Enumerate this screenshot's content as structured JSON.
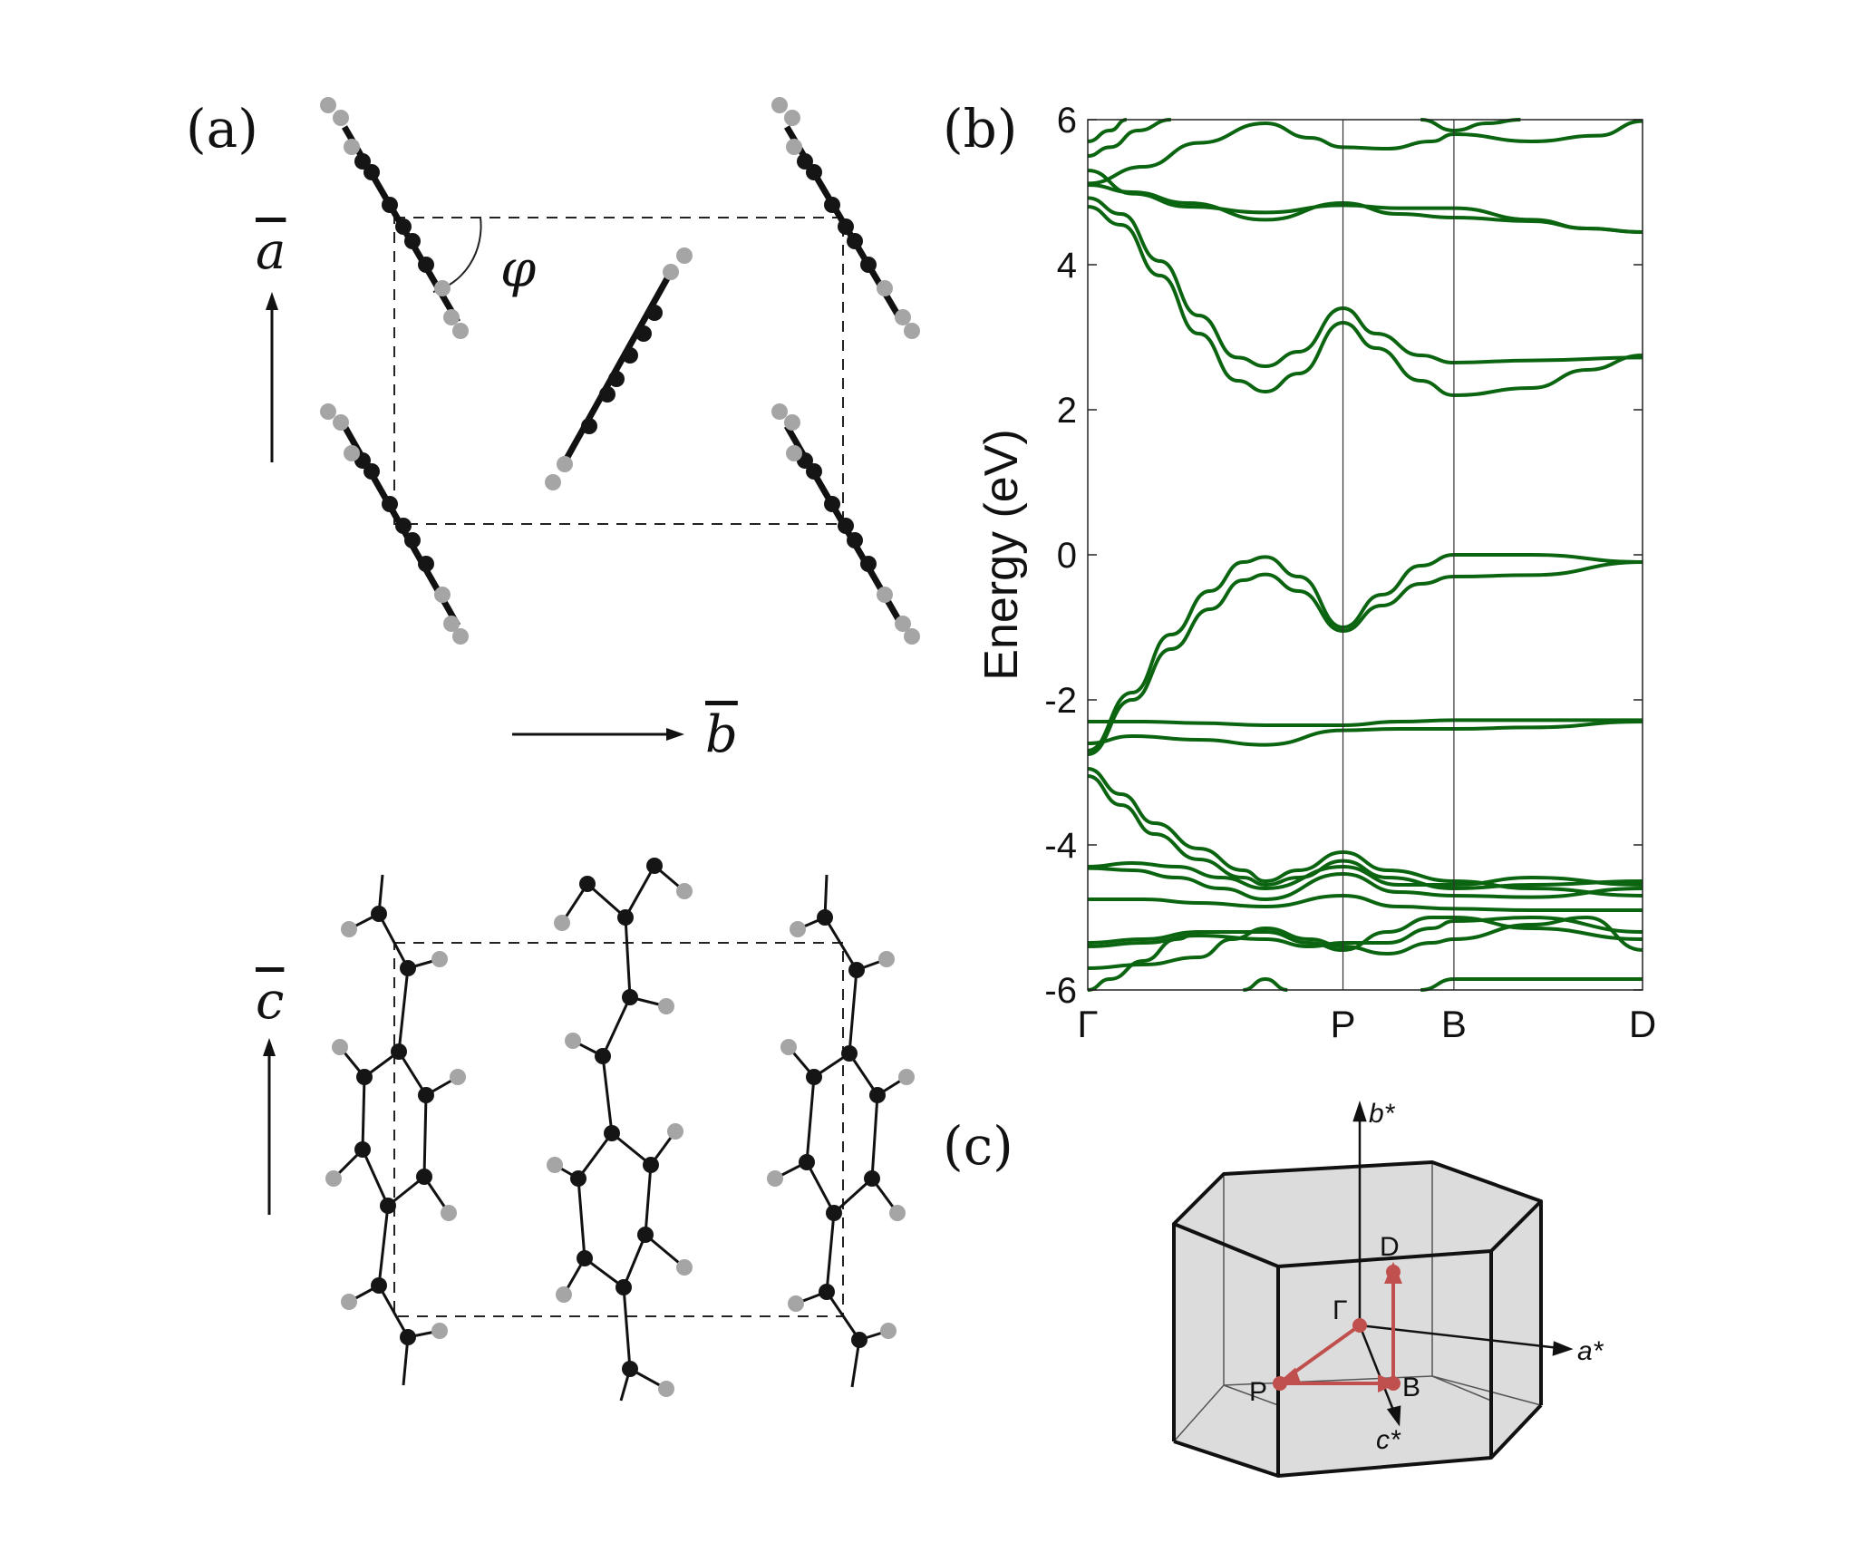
{
  "panels": {
    "a": {
      "label": "(a)",
      "axis_top": "a",
      "axis_right": "b",
      "axis_bottom": "c",
      "angle_symbol": "φ"
    },
    "b": {
      "label": "(b)"
    },
    "c": {
      "label": "(c)",
      "axes": {
        "a": "a*",
        "b": "b*",
        "c": "c*"
      },
      "points": [
        "Γ",
        "D",
        "B",
        "P"
      ]
    }
  },
  "colors": {
    "bands": "#0b6410",
    "path": "#c0504d",
    "bz_fill": "#dcdcdc",
    "atom_c": "#151515",
    "atom_h": "#a5a5a5"
  },
  "chart_data": {
    "type": "line",
    "title": "",
    "ylabel": "Energy (eV)",
    "ylim": [
      -6,
      6
    ],
    "yticks": [
      "-6",
      "-4",
      "-2",
      "0",
      "2",
      "4",
      "6"
    ],
    "x_ticks": [
      {
        "label": "Γ",
        "x": 0
      },
      {
        "label": "P",
        "x": 0.46
      },
      {
        "label": "B",
        "x": 0.66
      },
      {
        "label": "D",
        "x": 1.0
      }
    ],
    "x_range": [
      0,
      1
    ],
    "grid": false,
    "series": [
      {
        "values": [
          [
            0,
            5.7
          ],
          [
            0.04,
            5.85
          ],
          [
            0.07,
            6.0
          ]
        ]
      },
      {
        "values": [
          [
            0,
            5.5
          ],
          [
            0.04,
            5.62
          ],
          [
            0.09,
            5.85
          ],
          [
            0.15,
            6.0
          ]
        ]
      },
      {
        "values": [
          [
            0,
            5.12
          ],
          [
            0.1,
            5.35
          ],
          [
            0.2,
            5.68
          ],
          [
            0.32,
            5.95
          ],
          [
            0.4,
            5.75
          ],
          [
            0.46,
            5.62
          ],
          [
            0.54,
            5.6
          ],
          [
            0.62,
            5.7
          ],
          [
            0.66,
            5.8
          ],
          [
            0.8,
            5.7
          ],
          [
            0.92,
            5.78
          ],
          [
            1.0,
            5.98
          ]
        ]
      },
      {
        "values": [
          [
            0.6,
            6.0
          ],
          [
            0.66,
            5.85
          ],
          [
            0.72,
            5.95
          ],
          [
            0.78,
            6.0
          ]
        ]
      },
      {
        "values": [
          [
            0,
            5.3
          ],
          [
            0.08,
            4.98
          ],
          [
            0.18,
            4.8
          ],
          [
            0.32,
            4.72
          ],
          [
            0.46,
            4.82
          ],
          [
            0.56,
            4.78
          ],
          [
            0.66,
            4.78
          ],
          [
            0.8,
            4.62
          ],
          [
            0.9,
            4.5
          ],
          [
            1.0,
            4.45
          ]
        ]
      },
      {
        "values": [
          [
            0,
            5.1
          ],
          [
            0.08,
            5.0
          ],
          [
            0.18,
            4.85
          ],
          [
            0.32,
            4.62
          ],
          [
            0.46,
            4.85
          ],
          [
            0.56,
            4.7
          ],
          [
            0.66,
            4.65
          ],
          [
            0.8,
            4.6
          ],
          [
            0.9,
            4.5
          ],
          [
            1.0,
            4.45
          ]
        ]
      },
      {
        "values": [
          [
            0,
            4.92
          ],
          [
            0.06,
            4.7
          ],
          [
            0.13,
            4.05
          ],
          [
            0.2,
            3.3
          ],
          [
            0.27,
            2.72
          ],
          [
            0.32,
            2.6
          ],
          [
            0.38,
            2.8
          ],
          [
            0.46,
            3.4
          ],
          [
            0.52,
            3.05
          ],
          [
            0.6,
            2.75
          ],
          [
            0.66,
            2.65
          ],
          [
            0.8,
            2.68
          ],
          [
            1.0,
            2.72
          ]
        ]
      },
      {
        "values": [
          [
            0,
            4.8
          ],
          [
            0.06,
            4.55
          ],
          [
            0.13,
            3.85
          ],
          [
            0.2,
            3.05
          ],
          [
            0.27,
            2.4
          ],
          [
            0.32,
            2.25
          ],
          [
            0.38,
            2.5
          ],
          [
            0.46,
            3.2
          ],
          [
            0.52,
            2.85
          ],
          [
            0.6,
            2.4
          ],
          [
            0.66,
            2.2
          ],
          [
            0.8,
            2.3
          ],
          [
            0.9,
            2.55
          ],
          [
            1.0,
            2.75
          ]
        ]
      },
      {
        "values": [
          [
            0,
            -2.7
          ],
          [
            0.08,
            -1.9
          ],
          [
            0.15,
            -1.1
          ],
          [
            0.22,
            -0.5
          ],
          [
            0.28,
            -0.1
          ],
          [
            0.32,
            -0.03
          ],
          [
            0.38,
            -0.3
          ],
          [
            0.46,
            -1.0
          ],
          [
            0.53,
            -0.55
          ],
          [
            0.6,
            -0.15
          ],
          [
            0.66,
            0.0
          ],
          [
            0.8,
            0.0
          ],
          [
            1.0,
            -0.1
          ]
        ]
      },
      {
        "values": [
          [
            0,
            -2.75
          ],
          [
            0.08,
            -2.0
          ],
          [
            0.15,
            -1.3
          ],
          [
            0.22,
            -0.75
          ],
          [
            0.28,
            -0.35
          ],
          [
            0.32,
            -0.27
          ],
          [
            0.38,
            -0.5
          ],
          [
            0.46,
            -1.05
          ],
          [
            0.53,
            -0.7
          ],
          [
            0.6,
            -0.4
          ],
          [
            0.66,
            -0.3
          ],
          [
            0.8,
            -0.28
          ],
          [
            1.0,
            -0.1
          ]
        ]
      },
      {
        "values": [
          [
            0,
            -2.3
          ],
          [
            0.1,
            -2.3
          ],
          [
            0.2,
            -2.32
          ],
          [
            0.32,
            -2.35
          ],
          [
            0.46,
            -2.35
          ],
          [
            0.56,
            -2.3
          ],
          [
            0.66,
            -2.28
          ],
          [
            0.8,
            -2.28
          ],
          [
            1.0,
            -2.28
          ]
        ]
      },
      {
        "values": [
          [
            0,
            -2.6
          ],
          [
            0.08,
            -2.5
          ],
          [
            0.2,
            -2.55
          ],
          [
            0.32,
            -2.62
          ],
          [
            0.46,
            -2.42
          ],
          [
            0.56,
            -2.4
          ],
          [
            0.66,
            -2.4
          ],
          [
            0.8,
            -2.38
          ],
          [
            1.0,
            -2.3
          ]
        ]
      },
      {
        "values": [
          [
            0,
            -2.95
          ],
          [
            0.06,
            -3.3
          ],
          [
            0.12,
            -3.7
          ],
          [
            0.2,
            -4.05
          ],
          [
            0.28,
            -4.35
          ],
          [
            0.32,
            -4.5
          ],
          [
            0.38,
            -4.35
          ],
          [
            0.46,
            -4.1
          ],
          [
            0.54,
            -4.35
          ],
          [
            0.66,
            -4.5
          ],
          [
            0.8,
            -4.6
          ],
          [
            1.0,
            -4.7
          ]
        ]
      },
      {
        "values": [
          [
            0,
            -3.05
          ],
          [
            0.06,
            -3.45
          ],
          [
            0.12,
            -3.85
          ],
          [
            0.2,
            -4.2
          ],
          [
            0.28,
            -4.45
          ],
          [
            0.32,
            -4.55
          ],
          [
            0.38,
            -4.45
          ],
          [
            0.46,
            -4.22
          ],
          [
            0.54,
            -4.45
          ],
          [
            0.66,
            -4.6
          ],
          [
            0.8,
            -4.55
          ],
          [
            1.0,
            -4.5
          ]
        ]
      },
      {
        "values": [
          [
            0,
            -4.3
          ],
          [
            0.08,
            -4.25
          ],
          [
            0.16,
            -4.3
          ],
          [
            0.24,
            -4.45
          ],
          [
            0.32,
            -4.6
          ],
          [
            0.46,
            -4.3
          ],
          [
            0.56,
            -4.55
          ],
          [
            0.66,
            -4.55
          ],
          [
            0.8,
            -4.45
          ],
          [
            1.0,
            -4.55
          ]
        ]
      },
      {
        "values": [
          [
            0,
            -4.32
          ],
          [
            0.08,
            -4.35
          ],
          [
            0.16,
            -4.45
          ],
          [
            0.24,
            -4.6
          ],
          [
            0.32,
            -4.75
          ],
          [
            0.46,
            -4.4
          ],
          [
            0.56,
            -4.65
          ],
          [
            0.66,
            -4.7
          ],
          [
            0.8,
            -4.72
          ],
          [
            1.0,
            -4.6
          ]
        ]
      },
      {
        "values": [
          [
            0,
            -4.75
          ],
          [
            0.1,
            -4.75
          ],
          [
            0.2,
            -4.8
          ],
          [
            0.32,
            -4.85
          ],
          [
            0.46,
            -4.7
          ],
          [
            0.56,
            -4.85
          ],
          [
            0.66,
            -4.88
          ],
          [
            0.8,
            -4.9
          ],
          [
            1.0,
            -4.9
          ]
        ]
      },
      {
        "values": [
          [
            0,
            -5.35
          ],
          [
            0.1,
            -5.3
          ],
          [
            0.2,
            -5.2
          ],
          [
            0.32,
            -5.2
          ],
          [
            0.4,
            -5.35
          ],
          [
            0.46,
            -5.45
          ],
          [
            0.54,
            -5.2
          ],
          [
            0.62,
            -5.0
          ],
          [
            0.66,
            -5.0
          ],
          [
            0.8,
            -5.15
          ],
          [
            1.0,
            -5.3
          ]
        ]
      },
      {
        "values": [
          [
            0,
            -5.4
          ],
          [
            0.1,
            -5.35
          ],
          [
            0.2,
            -5.25
          ],
          [
            0.32,
            -5.3
          ],
          [
            0.4,
            -5.4
          ],
          [
            0.46,
            -5.35
          ],
          [
            0.54,
            -5.35
          ],
          [
            0.62,
            -5.15
          ],
          [
            0.66,
            -5.05
          ],
          [
            0.8,
            -5.0
          ],
          [
            1.0,
            -5.2
          ]
        ]
      },
      {
        "values": [
          [
            0,
            -5.7
          ],
          [
            0.1,
            -5.65
          ],
          [
            0.2,
            -5.55
          ],
          [
            0.26,
            -5.3
          ],
          [
            0.32,
            -5.15
          ],
          [
            0.4,
            -5.3
          ],
          [
            0.46,
            -5.4
          ],
          [
            0.54,
            -5.5
          ],
          [
            0.62,
            -5.35
          ],
          [
            0.66,
            -5.3
          ],
          [
            0.8,
            -5.1
          ],
          [
            0.9,
            -5.0
          ],
          [
            1.0,
            -5.45
          ]
        ]
      },
      {
        "values": [
          [
            0.0,
            -6.0
          ],
          [
            0.04,
            -5.85
          ],
          [
            0.1,
            -5.6
          ],
          [
            0.16,
            -5.3
          ],
          [
            0.2,
            -5.2
          ]
        ]
      },
      {
        "values": [
          [
            0.28,
            -6.0
          ],
          [
            0.32,
            -5.85
          ],
          [
            0.36,
            -6.0
          ]
        ]
      },
      {
        "values": [
          [
            0.6,
            -6.0
          ],
          [
            0.66,
            -5.85
          ],
          [
            0.8,
            -5.85
          ],
          [
            1.0,
            -5.85
          ]
        ]
      }
    ]
  }
}
